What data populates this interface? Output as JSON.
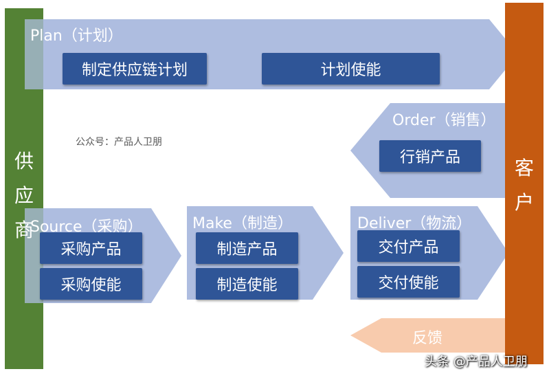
{
  "colors": {
    "supplier_bar": "#548235",
    "customer_bar": "#c55a11",
    "arrow_fill": "#aebde0",
    "box_fill": "#2f5597",
    "feedback_fill": "#f8cbad"
  },
  "supplier": {
    "label": "供应商"
  },
  "customer": {
    "label": "客户"
  },
  "plan": {
    "title": "Plan（计划）",
    "boxes": [
      "制定供应链计划",
      "计划使能"
    ]
  },
  "order": {
    "title": "Order（销售）",
    "boxes": [
      "行销产品"
    ]
  },
  "source": {
    "title": "Source（采购）",
    "boxes": [
      "采购产品",
      "采购使能"
    ]
  },
  "make": {
    "title": "Make（制造）",
    "boxes": [
      "制造产品",
      "制造使能"
    ]
  },
  "deliver": {
    "title": "Deliver（物流）",
    "boxes": [
      "交付产品",
      "交付使能"
    ]
  },
  "feedback": {
    "label": "反馈"
  },
  "watermark": "公众号：产品人卫朋",
  "footer": "头条 @产品人卫朋"
}
